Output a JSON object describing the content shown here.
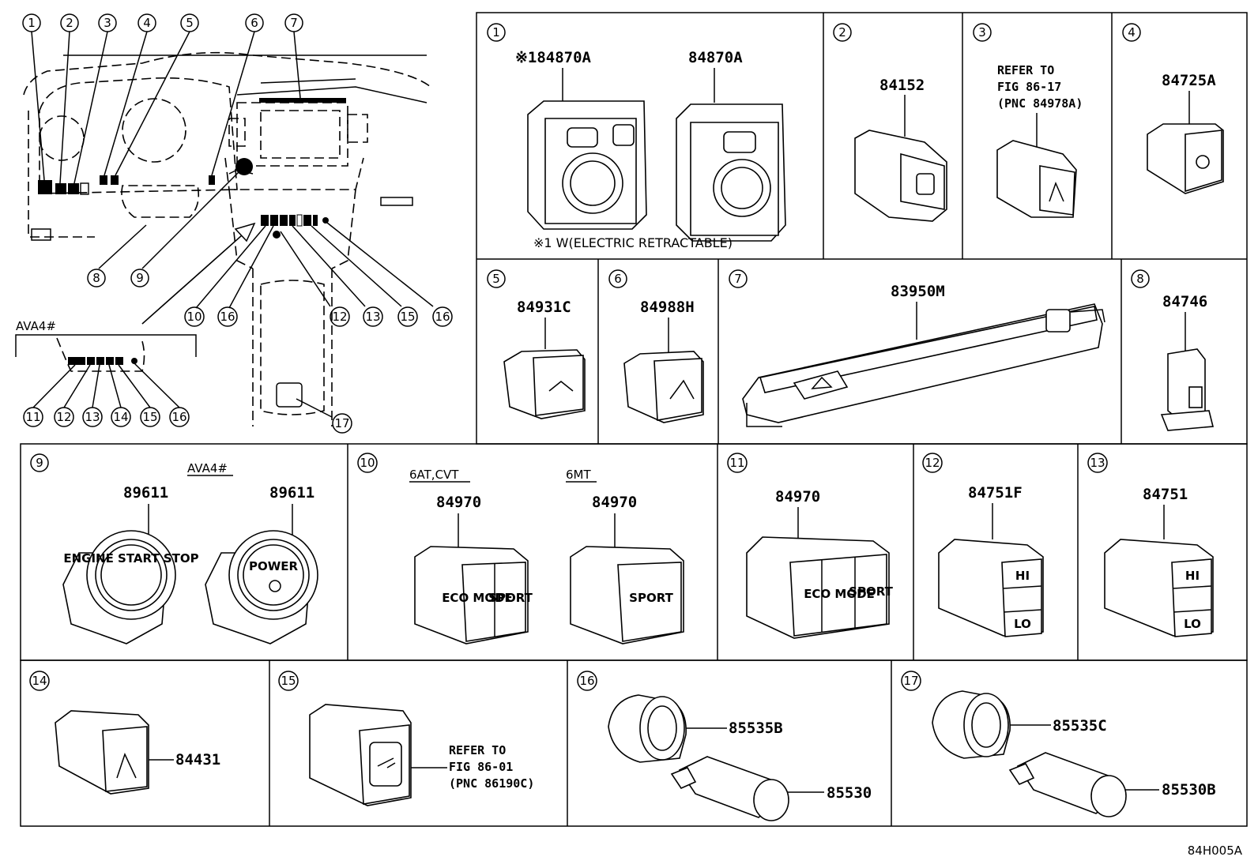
{
  "diagram_id": "84H005A",
  "overview": {
    "callouts": [
      "1",
      "2",
      "3",
      "4",
      "5",
      "6",
      "7",
      "8",
      "9",
      "10",
      "16",
      "12",
      "13",
      "15",
      "16",
      "17"
    ],
    "ava4_label": "AVA4#",
    "ava4_callouts": [
      "11",
      "12",
      "13",
      "14",
      "15",
      "16"
    ]
  },
  "panels": [
    {
      "num": "1",
      "parts": [
        "※184870A",
        "84870A"
      ],
      "note": "※1 W(ELECTRIC RETRACTABLE)"
    },
    {
      "num": "2",
      "parts": [
        "84152"
      ]
    },
    {
      "num": "3",
      "refer": [
        "REFER TO",
        "FIG 86-17",
        "(PNC 84978A)"
      ]
    },
    {
      "num": "4",
      "parts": [
        "84725A"
      ]
    },
    {
      "num": "5",
      "parts": [
        "84931C"
      ]
    },
    {
      "num": "6",
      "parts": [
        "84988H"
      ]
    },
    {
      "num": "7",
      "parts": [
        "83950M"
      ]
    },
    {
      "num": "8",
      "parts": [
        "84746"
      ]
    },
    {
      "num": "9",
      "parts": [
        "89611",
        "89611"
      ],
      "variant": "AVA4#",
      "labels": [
        "ENGINE START STOP",
        "POWER"
      ]
    },
    {
      "num": "10",
      "parts": [
        "84970",
        "84970"
      ],
      "variants": [
        "6AT,CVT",
        "6MT"
      ],
      "labels": [
        "ECO MODE",
        "SPORT",
        "SPORT"
      ]
    },
    {
      "num": "11",
      "parts": [
        "84970"
      ],
      "labels": [
        "ECO MODE",
        "SPORT"
      ]
    },
    {
      "num": "12",
      "parts": [
        "84751F"
      ],
      "labels": [
        "HI",
        "LO"
      ]
    },
    {
      "num": "13",
      "parts": [
        "84751"
      ],
      "labels": [
        "HI",
        "LO"
      ]
    },
    {
      "num": "14",
      "parts": [
        "84431"
      ]
    },
    {
      "num": "15",
      "refer": [
        "REFER TO",
        "FIG 86-01",
        "(PNC 86190C)"
      ]
    },
    {
      "num": "16",
      "parts": [
        "85535B",
        "85530"
      ]
    },
    {
      "num": "17",
      "parts": [
        "85535C",
        "85530B"
      ]
    }
  ]
}
